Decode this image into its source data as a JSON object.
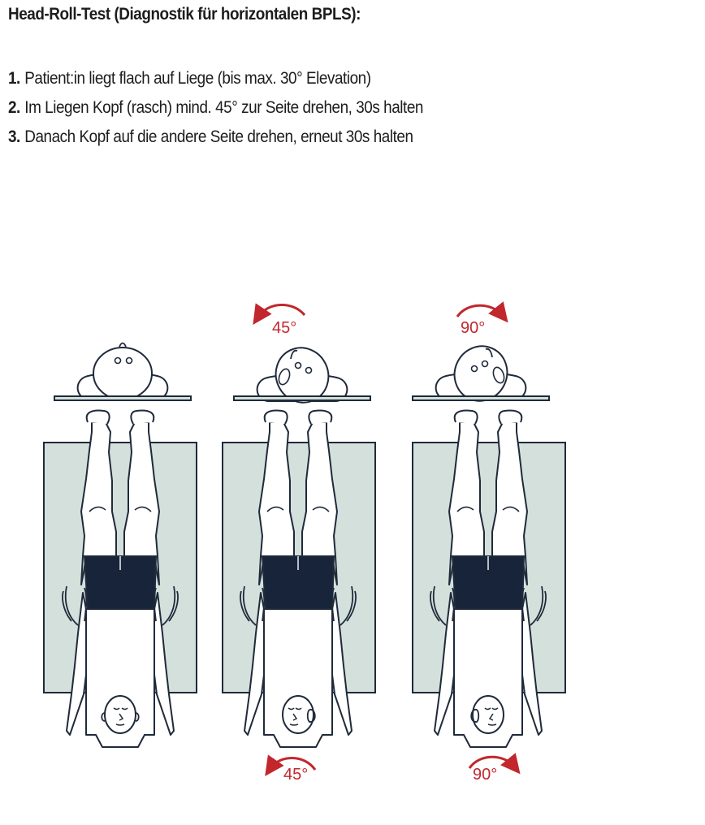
{
  "header": {
    "title_bold": "Head-Roll-Test",
    "title_rest": " (Diagnostik für horizontalen BPLS):"
  },
  "steps": [
    {
      "number": "1.",
      "text": "Patient:in liegt flach auf Liege (bis max. 30° Elevation)"
    },
    {
      "number": "2.",
      "text": "Im Liegen Kopf (rasch) mind. 45° zur Seite drehen, 30s halten"
    },
    {
      "number": "3.",
      "text": "Danach Kopf auf die andere Seite drehen, erneut 30s halten"
    }
  ],
  "figures": {
    "rotation_top_2": "45°",
    "rotation_top_3": "90°",
    "rotation_bottom_2": "45°",
    "rotation_bottom_3": "90°"
  },
  "colors": {
    "outline": "#1f2a3a",
    "bed": "#d3e0dc",
    "shorts": "#17243a",
    "arrow": "#c1272d"
  }
}
